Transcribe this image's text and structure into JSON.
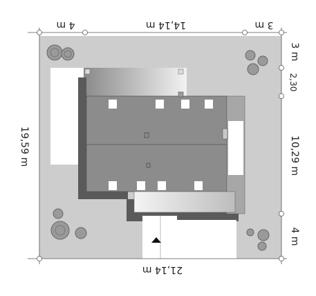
{
  "dimensions": {
    "top_left": "4 m",
    "top_middle": "14,14 m",
    "top_right": "3 m",
    "bottom": "21,14 m",
    "left": "19,59 m",
    "right_top": "3 m",
    "right_upper": "2,30",
    "right_middle": "10,29 m",
    "right_bottom": "4 m"
  },
  "colors": {
    "plot": "#cdcdcd",
    "roof": "#8c8c8c",
    "roof_shadow": "#5a5a5a",
    "terrace": "#e6e6e6",
    "skylight": "#ffffff"
  },
  "icons": {
    "entrance": "entrance-arrow-icon",
    "trees": "tree-icon"
  }
}
